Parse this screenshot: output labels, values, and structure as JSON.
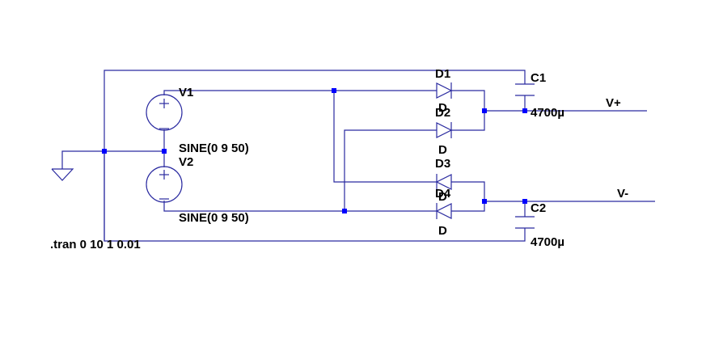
{
  "colors": {
    "wire": "#2a2aa0",
    "junction": "#0000ff",
    "text": "#000000",
    "background": "#ffffff"
  },
  "components": {
    "V1": {
      "name": "V1",
      "value": "SINE(0 9 50)"
    },
    "V2": {
      "name": "V2",
      "value": "SINE(0 9 50)"
    },
    "D1": {
      "name": "D1",
      "model": "D"
    },
    "D2": {
      "name": "D2",
      "model": "D"
    },
    "D3": {
      "name": "D3",
      "model": "D"
    },
    "D4": {
      "name": "D4",
      "model": "D"
    },
    "C1": {
      "name": "C1",
      "value": "4700µ"
    },
    "C2": {
      "name": "C2",
      "value": "4700µ"
    }
  },
  "net_labels": {
    "vplus": "V+",
    "vminus": "V-"
  },
  "directive": ".tran 0 10 1 0.01",
  "icons": [
    "ground-icon",
    "voltage-source-icon",
    "diode-icon",
    "capacitor-icon"
  ]
}
